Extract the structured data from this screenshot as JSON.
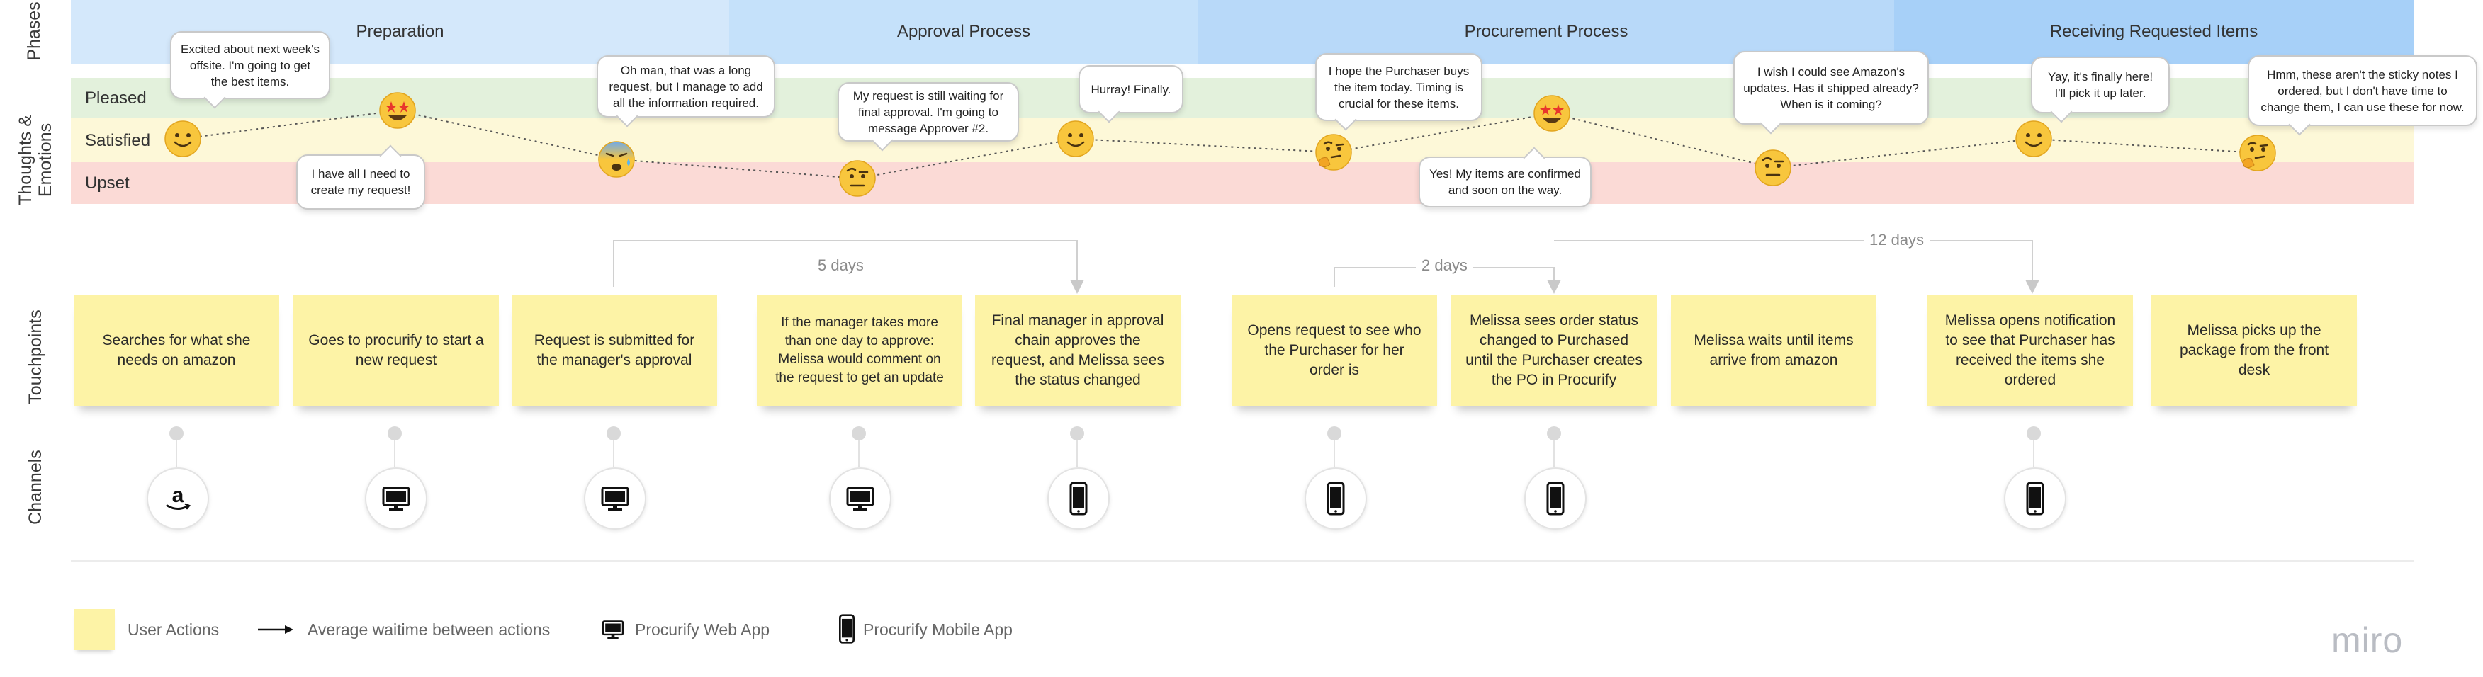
{
  "row_labels": {
    "phases": "Phases",
    "thoughts_line1": "Thoughts &",
    "thoughts_line2": "Emotions",
    "touchpoints": "Touchpoints",
    "channels": "Channels"
  },
  "phases": [
    {
      "label": "Preparation",
      "color": "#d4e8fb"
    },
    {
      "label": "Approval Process",
      "color": "#c5e1fa"
    },
    {
      "label": "Procurement Process",
      "color": "#b8d9f9"
    },
    {
      "label": "Receiving Requested Items",
      "color": "#a7d0f8"
    }
  ],
  "emotion_levels": [
    {
      "label": "Pleased",
      "color": "#e3f1dc"
    },
    {
      "label": "Satisfied",
      "color": "#fdf8d8"
    },
    {
      "label": "Upset",
      "color": "#fbdad6"
    }
  ],
  "emotions": [
    {
      "type": "smile",
      "level": "satisfied"
    },
    {
      "type": "star-struck",
      "level": "pleased"
    },
    {
      "type": "anxious",
      "level": "upset"
    },
    {
      "type": "raised-eyebrow",
      "level": "upset"
    },
    {
      "type": "smile",
      "level": "satisfied"
    },
    {
      "type": "thinking",
      "level": "satisfied"
    },
    {
      "type": "star-struck",
      "level": "pleased"
    },
    {
      "type": "raised-eyebrow",
      "level": "upset"
    },
    {
      "type": "smile",
      "level": "satisfied"
    },
    {
      "type": "thinking",
      "level": "satisfied"
    }
  ],
  "thoughts": [
    "Excited about next week's offsite. I'm going to get the best items.",
    "I have all I need to create my request!",
    "Oh man, that was a long request, but I manage to add all the information required.",
    "My request is still waiting for final approval. I'm going to message Approver #2.",
    "Hurray! Finally.",
    "I hope the Purchaser buys the item today. Timing is crucial for these items.",
    "Yes! My items are confirmed and soon on the way.",
    "I wish I could see Amazon's updates. Has it shipped already? When is it coming?",
    "Yay, it's finally here! I'll pick it up later.",
    "Hmm, these aren't the sticky notes I ordered, but I don't have time to change them, I can use these for now."
  ],
  "wait_times": [
    {
      "label": "5 days"
    },
    {
      "label": "2 days"
    },
    {
      "label": "12 days"
    }
  ],
  "touchpoints": [
    "Searches for what she needs on amazon",
    "Goes to procurify to start a new request",
    "Request is submitted for the manager's approval",
    "If the manager takes more than one day to approve: Melissa would comment on the request to get an update",
    "Final manager in approval chain approves the request, and Melissa sees the status changed",
    "Opens request to see who the Purchaser for her order is",
    "Melissa sees order status changed to Purchased until the  Purchaser creates the PO in Procurify",
    "Melissa waits until items arrive from amazon",
    "Melissa opens notification to see that Purchaser has received the items she ordered",
    "Melissa picks up the package from the front desk"
  ],
  "channels": [
    {
      "icon": "amazon-icon"
    },
    {
      "icon": "desktop-icon"
    },
    {
      "icon": "desktop-icon"
    },
    {
      "icon": "desktop-icon"
    },
    {
      "icon": "mobile-icon"
    },
    {
      "icon": "mobile-icon"
    },
    {
      "icon": "mobile-icon"
    },
    {
      "icon": "mobile-icon"
    }
  ],
  "legend": {
    "user_actions": "User Actions",
    "wait_time": "Average waitime between actions",
    "web_app": "Procurify Web App",
    "mobile_app": "Procurify Mobile App"
  },
  "logo": "miro"
}
